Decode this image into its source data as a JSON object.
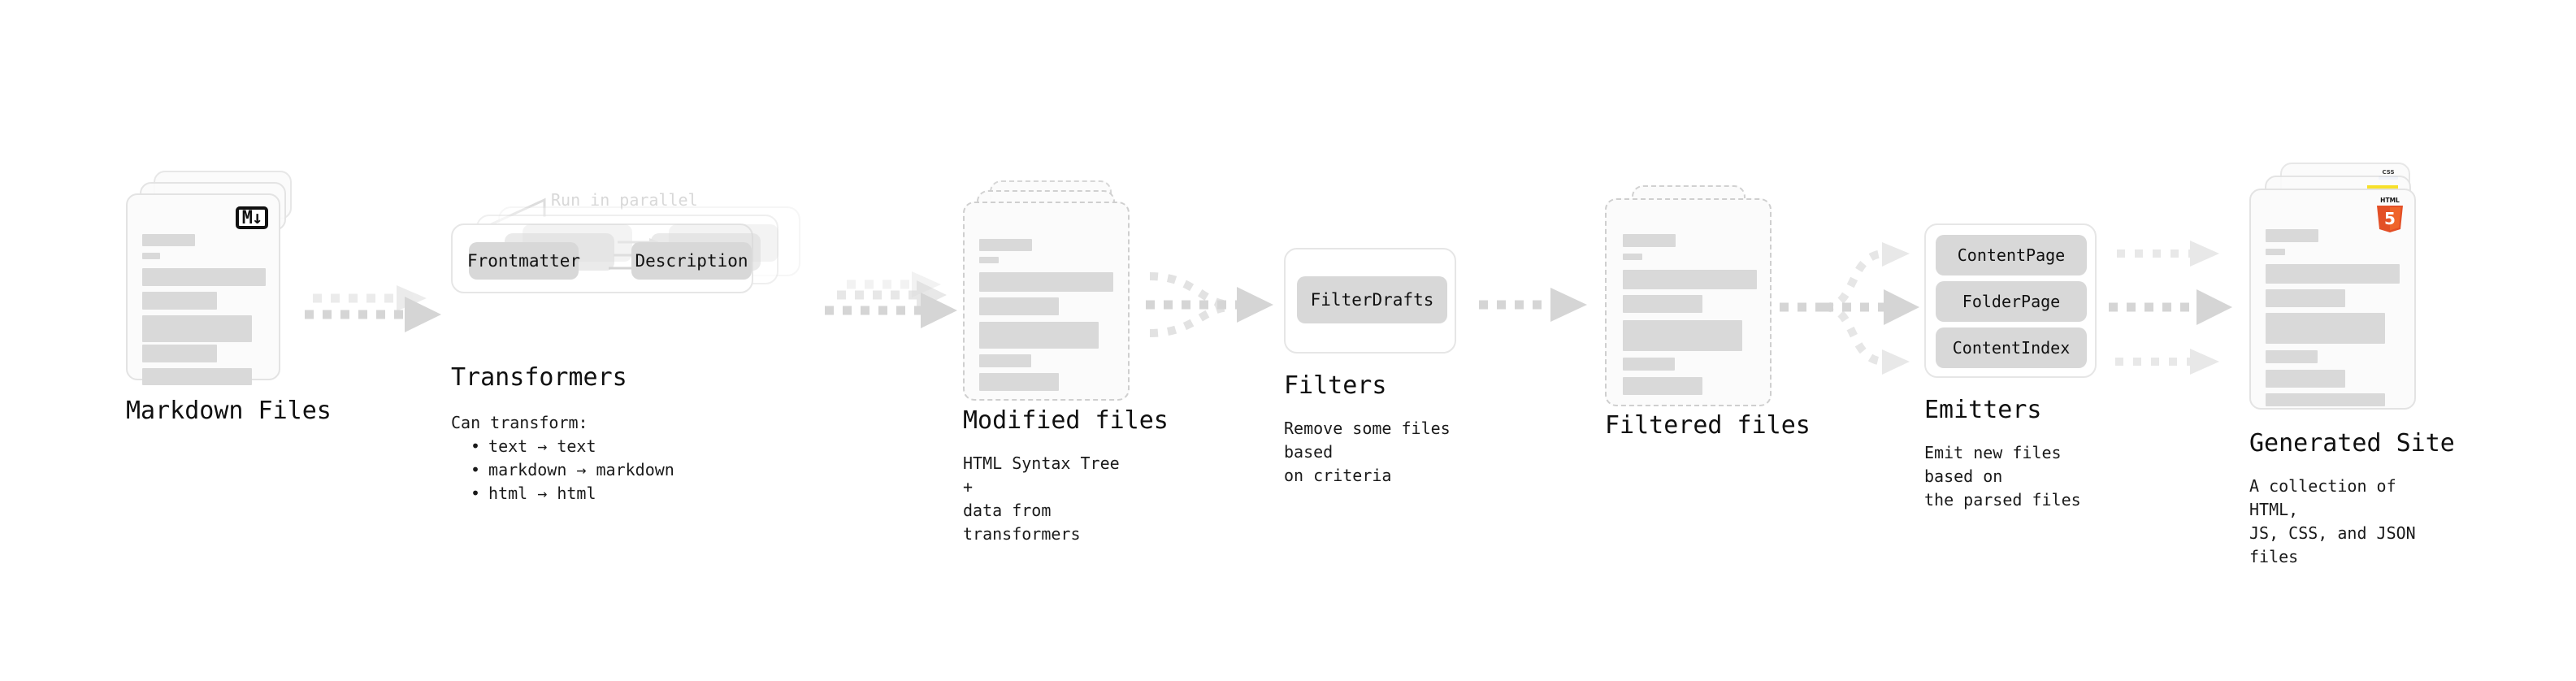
{
  "diagram": {
    "title": "Quartz build pipeline",
    "colors": {
      "skeleton": "#d9d9d9",
      "card_border": "#e3e3e3",
      "dashed_border": "#cfcfcf",
      "arrow": "#d5d5d5",
      "pill": "#d8d8d8",
      "text": "#101010",
      "muted": "#d8d8d8",
      "html5_orange": "#e34f26",
      "css3_blue": "#2965f1",
      "js_yellow": "#f7df1e"
    },
    "stages": [
      {
        "id": "markdown-files",
        "kind": "documents",
        "title": "Markdown Files",
        "subtitle": "",
        "badge": "markdown-badge",
        "badge_label": "M↓",
        "stack_count": 3,
        "dashed": false
      },
      {
        "id": "transformers",
        "kind": "process",
        "title": "Transformers",
        "subtitle_heading": "Can transform:",
        "bullets": [
          "text → text",
          "markdown → markdown",
          "html → html"
        ],
        "parallel_label": "Run in parallel",
        "stack_count": 3,
        "pills": [
          "Frontmatter",
          "Description"
        ]
      },
      {
        "id": "modified-files",
        "kind": "documents",
        "title": "Modified files",
        "subtitle": "HTML Syntax Tree +\ndata from transformers",
        "badge": "",
        "stack_count": 3,
        "dashed": true
      },
      {
        "id": "filters",
        "kind": "process",
        "title": "Filters",
        "subtitle": "Remove some files based\non criteria",
        "stack_count": 1,
        "pills": [
          "FilterDrafts"
        ]
      },
      {
        "id": "filtered-files",
        "kind": "documents",
        "title": "Filtered files",
        "subtitle": "",
        "badge": "",
        "stack_count": 2,
        "dashed": true
      },
      {
        "id": "emitters",
        "kind": "process",
        "title": "Emitters",
        "subtitle": "Emit new files based on\nthe parsed files",
        "stack_count": 1,
        "pills": [
          "ContentPage",
          "FolderPage",
          "ContentIndex"
        ]
      },
      {
        "id": "generated-site",
        "kind": "documents",
        "title": "Generated Site",
        "subtitle": "A collection of HTML,\nJS, CSS, and JSON files",
        "badge": "html5-badge",
        "badge_label": "5",
        "badge_caption": "HTML",
        "stack_count": 3,
        "dashed": false
      }
    ],
    "connectors": [
      {
        "id": "md-to-transformers",
        "type": "parallel-stack",
        "lanes": 2
      },
      {
        "id": "transformers-to-modified",
        "type": "parallel-stack",
        "lanes": 3
      },
      {
        "id": "modified-to-filters",
        "type": "converge",
        "lanes": 2
      },
      {
        "id": "filters-to-filtered",
        "type": "single",
        "lanes": 1
      },
      {
        "id": "filtered-to-emitters",
        "type": "fan-out",
        "lanes": 3
      },
      {
        "id": "emitters-to-site",
        "type": "parallel-straight",
        "lanes": 3
      }
    ]
  }
}
